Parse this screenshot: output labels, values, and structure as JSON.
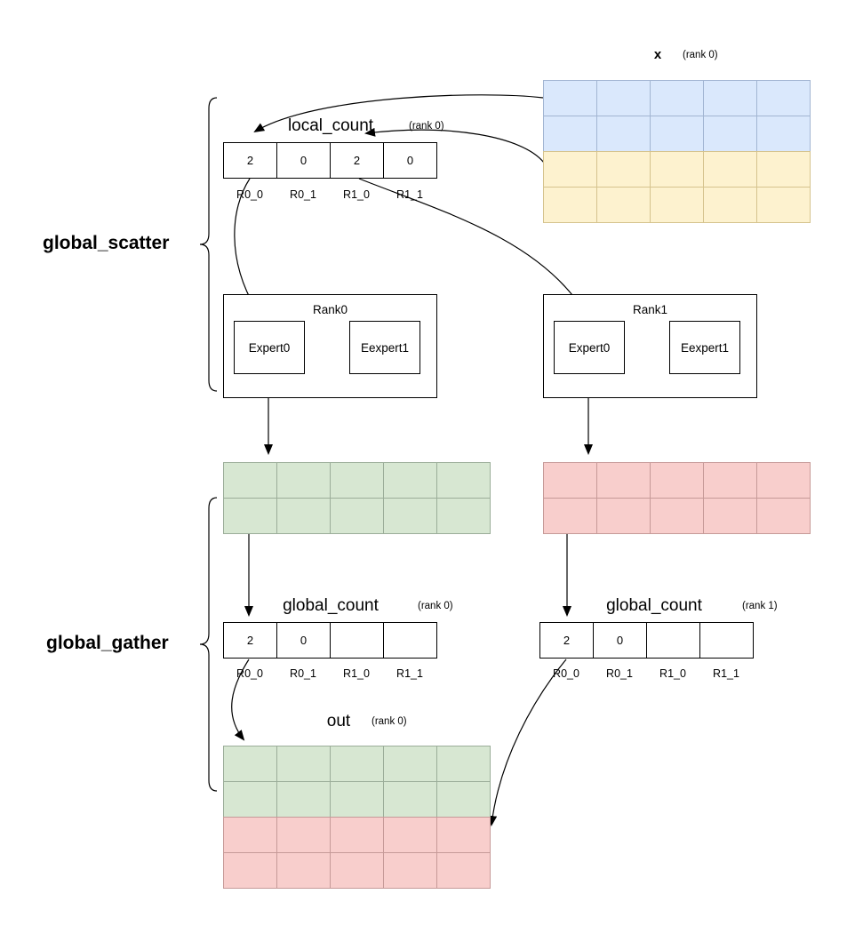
{
  "sections": {
    "scatter": "global_scatter",
    "gather": "global_gather"
  },
  "x_matrix": {
    "title": "x",
    "rank": "(rank 0)"
  },
  "local_count": {
    "title": "local_count",
    "rank": "(rank 0)",
    "values": [
      "2",
      "0",
      "2",
      "0"
    ],
    "labels": [
      "R0_0",
      "R0_1",
      "R1_0",
      "R1_1"
    ]
  },
  "ranks": [
    {
      "title": "Rank0",
      "experts": [
        "Expert0",
        "Eexpert1"
      ]
    },
    {
      "title": "Rank1",
      "experts": [
        "Expert0",
        "Eexpert1"
      ]
    }
  ],
  "global_counts": [
    {
      "title": "global_count",
      "rank": "(rank 0)",
      "values": [
        "2",
        "0",
        "",
        ""
      ],
      "labels": [
        "R0_0",
        "R0_1",
        "R1_0",
        "R1_1"
      ]
    },
    {
      "title": "global_count",
      "rank": "(rank 1)",
      "values": [
        "2",
        "0",
        "",
        ""
      ],
      "labels": [
        "R0_0",
        "R0_1",
        "R1_0",
        "R1_1"
      ]
    }
  ],
  "out_matrix": {
    "title": "out",
    "rank": "(rank 0)"
  },
  "colors": {
    "blue": {
      "fill": "#dae8fc",
      "line": "#a2b5d2"
    },
    "yellow": {
      "fill": "#fdf2cf",
      "line": "#d5c38e"
    },
    "green": {
      "fill": "#d7e7d2",
      "line": "#9bad99"
    },
    "red": {
      "fill": "#f8cecc",
      "line": "#c69a98"
    }
  }
}
